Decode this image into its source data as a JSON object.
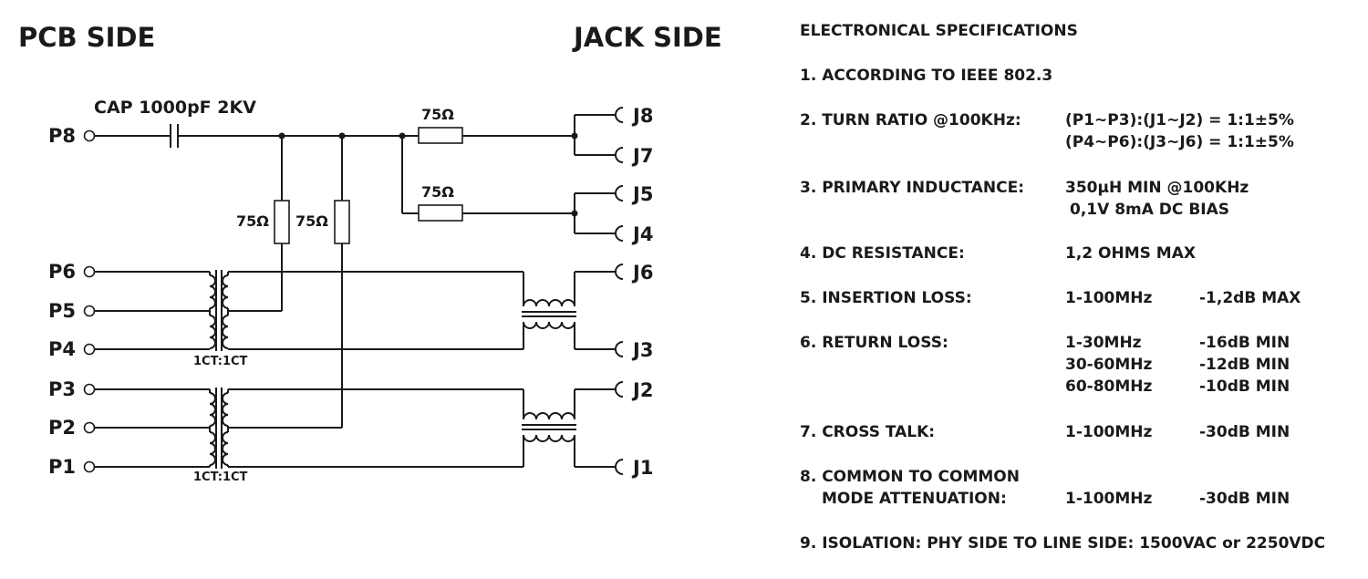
{
  "headings": {
    "pcb": "PCB SIDE",
    "jack": "JACK SIDE"
  },
  "capacitor": "CAP 1000pF 2KV",
  "resistors": {
    "r1": "75Ω",
    "r2": "75Ω",
    "r3": "75Ω",
    "r4": "75Ω"
  },
  "pins": {
    "p8": "P8",
    "p6": "P6",
    "p5": "P5",
    "p4": "P4",
    "p3": "P3",
    "p2": "P2",
    "p1": "P1",
    "j8": "J8",
    "j7": "J7",
    "j5": "J5",
    "j4": "J4",
    "j6": "J6",
    "j3": "J3",
    "j2": "J2",
    "j1": "J1"
  },
  "transformer_ratio": {
    "upper": "1CT:1CT",
    "lower": "1CT:1CT"
  },
  "specs": {
    "title": "ELECTRONICAL SPECIFICATIONS",
    "s1": "1. ACCORDING TO IEEE 802.3",
    "s2": {
      "label": "2. TURN RATIO @100KHz:",
      "line1": "(P1~P3):(J1~J2) = 1:1±5%",
      "line2": "(P4~P6):(J3~J6) = 1:1±5%"
    },
    "s3": {
      "label": "3. PRIMARY INDUCTANCE:",
      "line1": "350μH MIN @100KHz",
      "line2": "0,1V 8mA DC BIAS"
    },
    "s4": {
      "label": "4. DC RESISTANCE:",
      "value": "1,2 OHMS MAX"
    },
    "s5": {
      "label": "5. INSERTION LOSS:",
      "freq": "1-100MHz",
      "value": "-1,2dB MAX"
    },
    "s6": {
      "label": "6. RETURN LOSS:",
      "rows": [
        {
          "freq": "1-30MHz",
          "value": "-16dB MIN"
        },
        {
          "freq": "30-60MHz",
          "value": "-12dB MIN"
        },
        {
          "freq": "60-80MHz",
          "value": "-10dB MIN"
        }
      ]
    },
    "s7": {
      "label": "7. CROSS TALK:",
      "freq": "1-100MHz",
      "value": "-30dB MIN"
    },
    "s8": {
      "label1": "8. COMMON TO COMMON",
      "label2": "MODE ATTENUATION:",
      "freq": "1-100MHz",
      "value": "-30dB MIN"
    },
    "s9": "9. ISOLATION: PHY SIDE TO LINE SIDE: 1500VAC or 2250VDC"
  }
}
